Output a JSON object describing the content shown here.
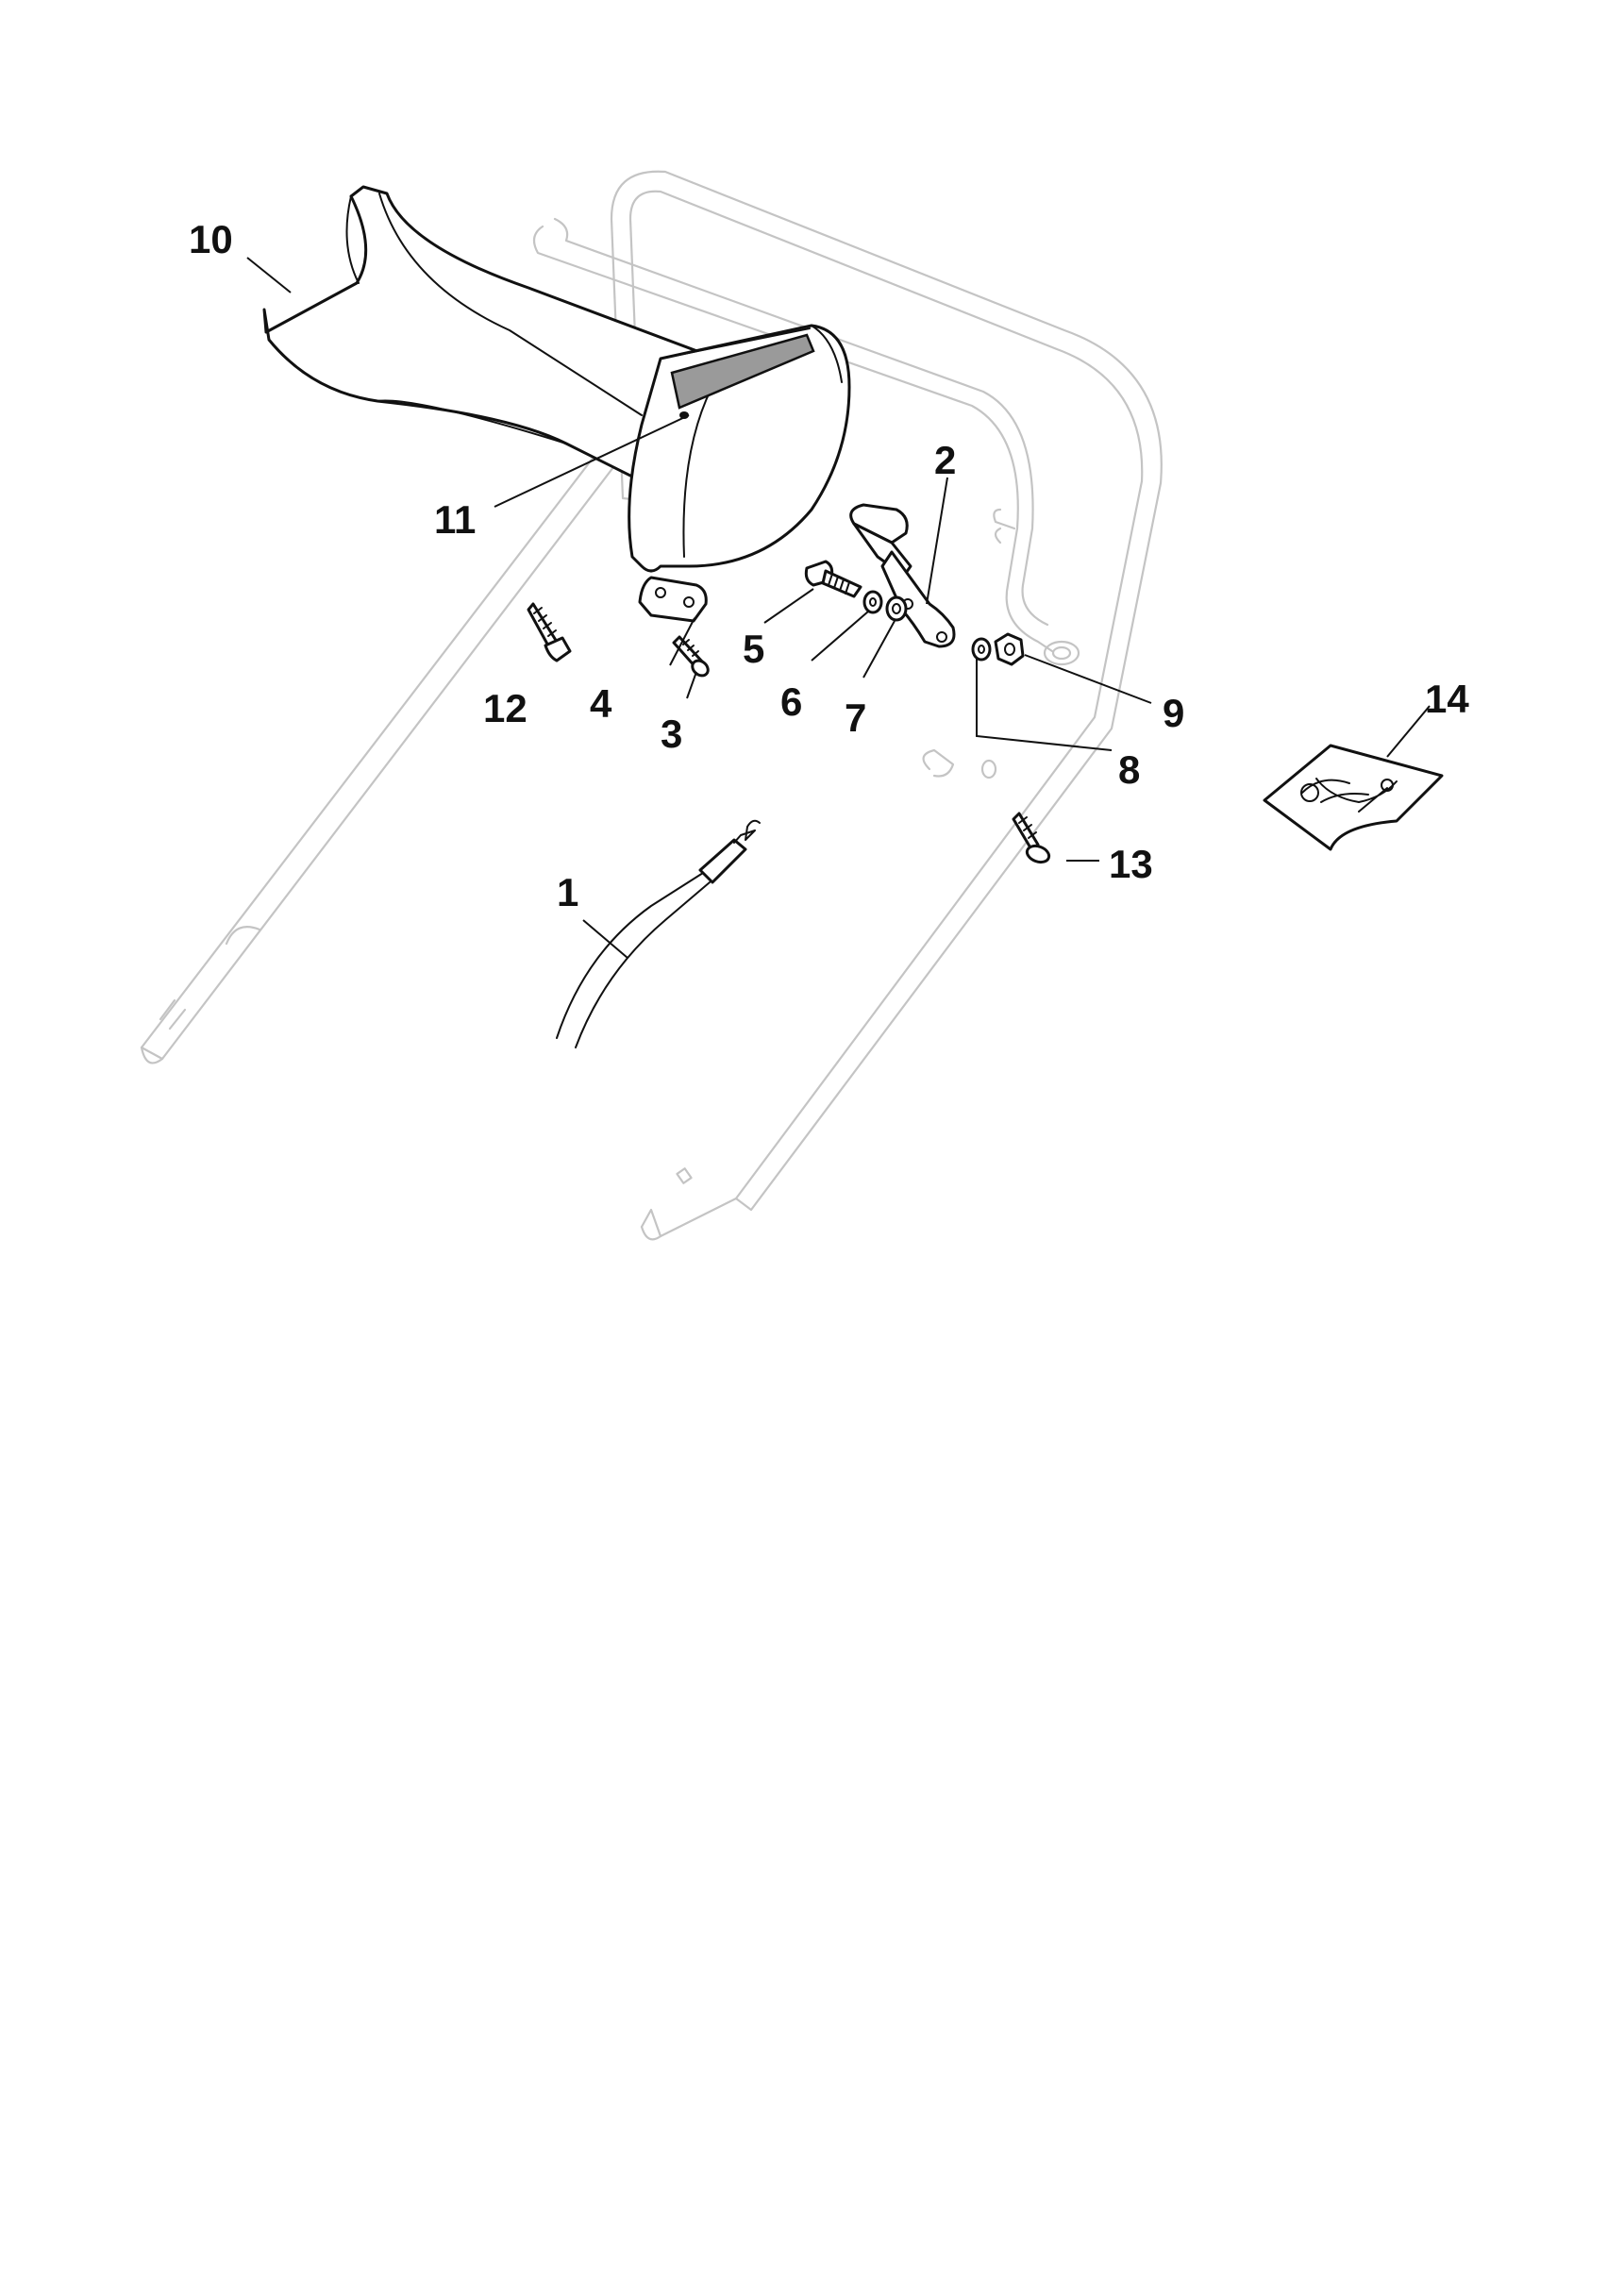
{
  "callouts": [
    {
      "id": "1",
      "label": "1"
    },
    {
      "id": "2",
      "label": "2"
    },
    {
      "id": "3",
      "label": "3"
    },
    {
      "id": "4",
      "label": "4"
    },
    {
      "id": "5",
      "label": "5"
    },
    {
      "id": "6",
      "label": "6"
    },
    {
      "id": "7",
      "label": "7"
    },
    {
      "id": "8",
      "label": "8"
    },
    {
      "id": "9",
      "label": "9"
    },
    {
      "id": "10",
      "label": "10"
    },
    {
      "id": "11",
      "label": "11"
    },
    {
      "id": "12",
      "label": "12"
    },
    {
      "id": "13",
      "label": "13"
    },
    {
      "id": "14",
      "label": "14"
    }
  ],
  "colors": {
    "ink": "#111111",
    "ghost_outline": "#c4c4c4",
    "label_strip": "#9a9a9a",
    "background": "#ffffff"
  }
}
